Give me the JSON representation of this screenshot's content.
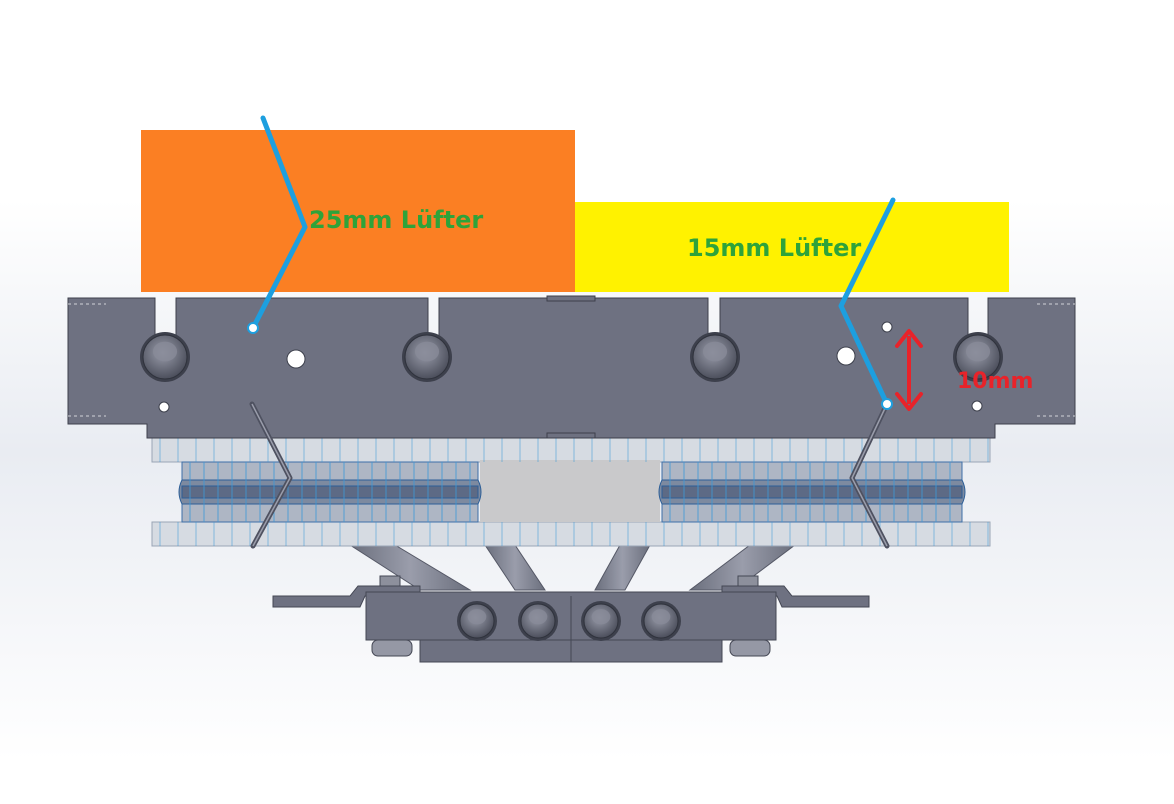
{
  "labels": {
    "fan_25": "25mm Lüfter",
    "fan_15": "15mm Lüfter",
    "height_offset": "10mm"
  },
  "colors": {
    "fan_25_block": "#fb7f23",
    "fan_15_block": "#fff200",
    "fan_label_text": "#2ea33a",
    "leader_line": "#1d9fdf",
    "dimension_arrow": "#e8232a",
    "cooler_metal": "#6e7181",
    "fin_stack": "#d6dbe2",
    "fin_lines": "#3d9ad8",
    "background_panel": "#eef0f4"
  }
}
